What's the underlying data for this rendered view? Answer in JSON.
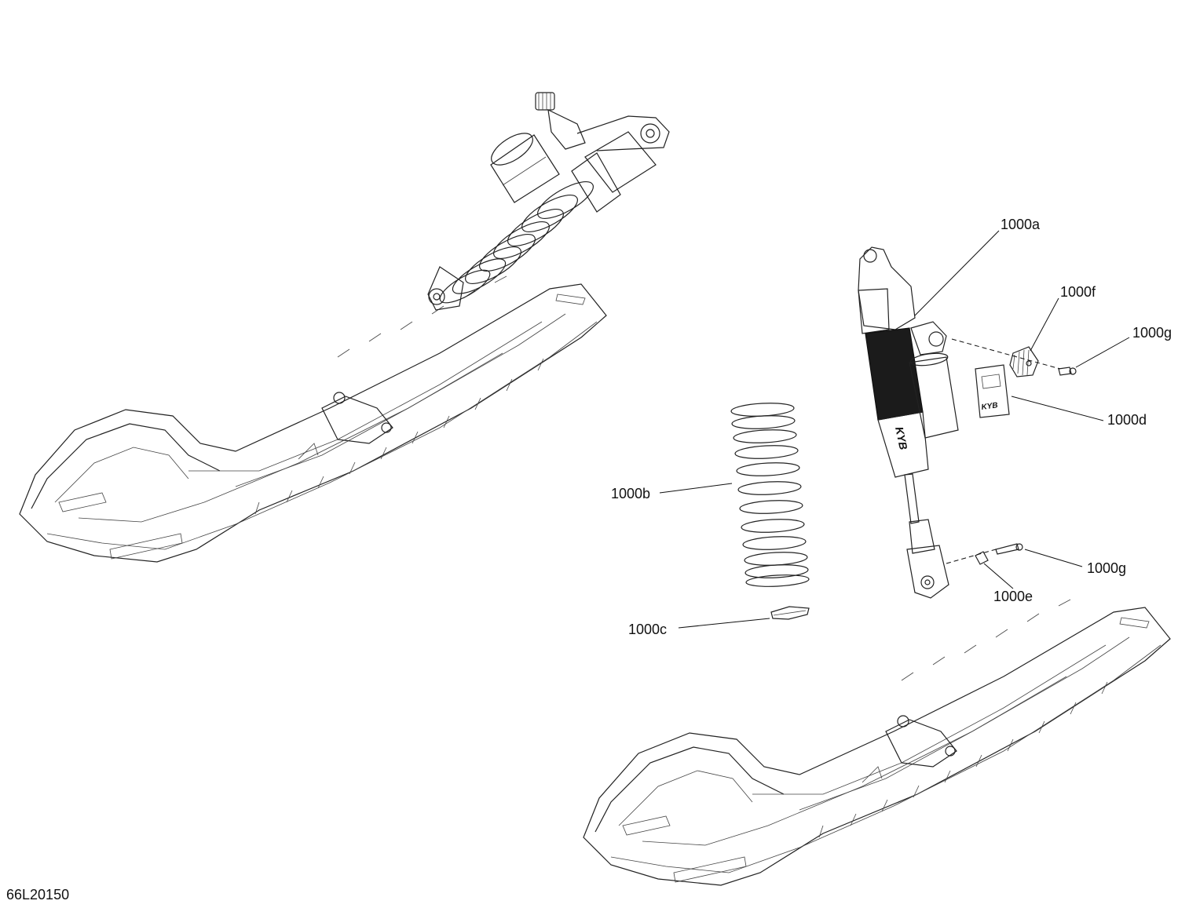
{
  "callouts": {
    "a": "1000a",
    "b": "1000b",
    "c": "1000c",
    "d": "1000d",
    "e": "1000e",
    "f": "1000f",
    "g_top": "1000g",
    "g_bottom": "1000g"
  },
  "decal_text": "KYB",
  "reference_code": "66L20150",
  "icons": [
    "shock-absorber-icon",
    "ski-icon",
    "coil-spring-icon",
    "spring-seat-icon",
    "adjuster-knob-icon",
    "screw-icon",
    "bushing-icon",
    "decal-icon"
  ]
}
